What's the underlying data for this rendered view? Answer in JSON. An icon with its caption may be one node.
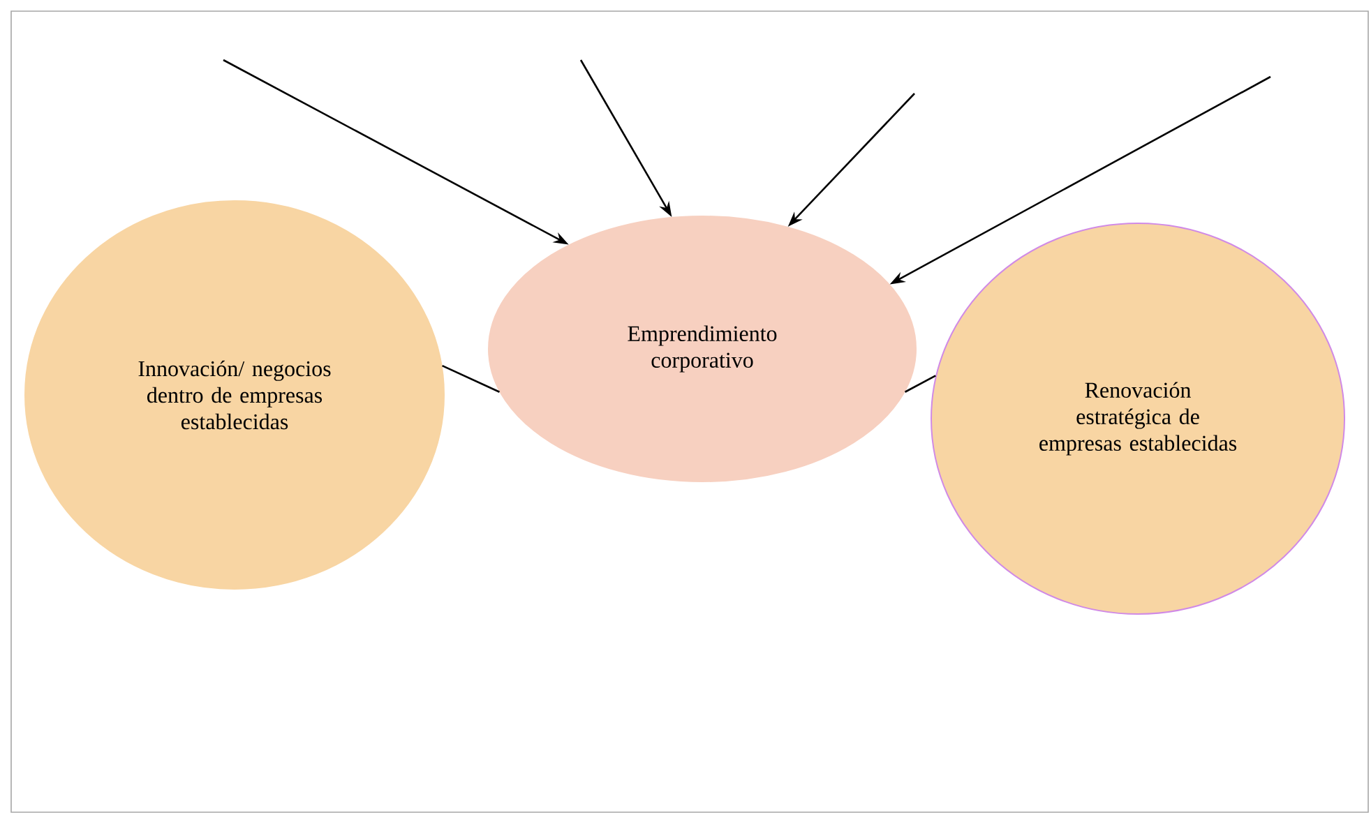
{
  "diagram": {
    "nodes": [
      {
        "text": [
          "Innovación/ negocios dentro de empresas establecidas"
        ]
      },
      {
        "text": [
          "Emprendimiento corporativo"
        ]
      },
      {
        "text": [
          "Renovación estratégica de empresas establecidas"
        ]
      }
    ],
    "edges": [
      {
        "from": null,
        "to": 1,
        "arrow": "to"
      },
      {
        "from": null,
        "to": 1,
        "arrow": "to"
      },
      {
        "from": null,
        "to": 1,
        "arrow": "to"
      },
      {
        "from": null,
        "to": 1,
        "arrow": "to"
      },
      {
        "from": 0,
        "to": 1,
        "arrow": "none"
      },
      {
        "from": 1,
        "to": 2,
        "arrow": "none"
      }
    ]
  }
}
